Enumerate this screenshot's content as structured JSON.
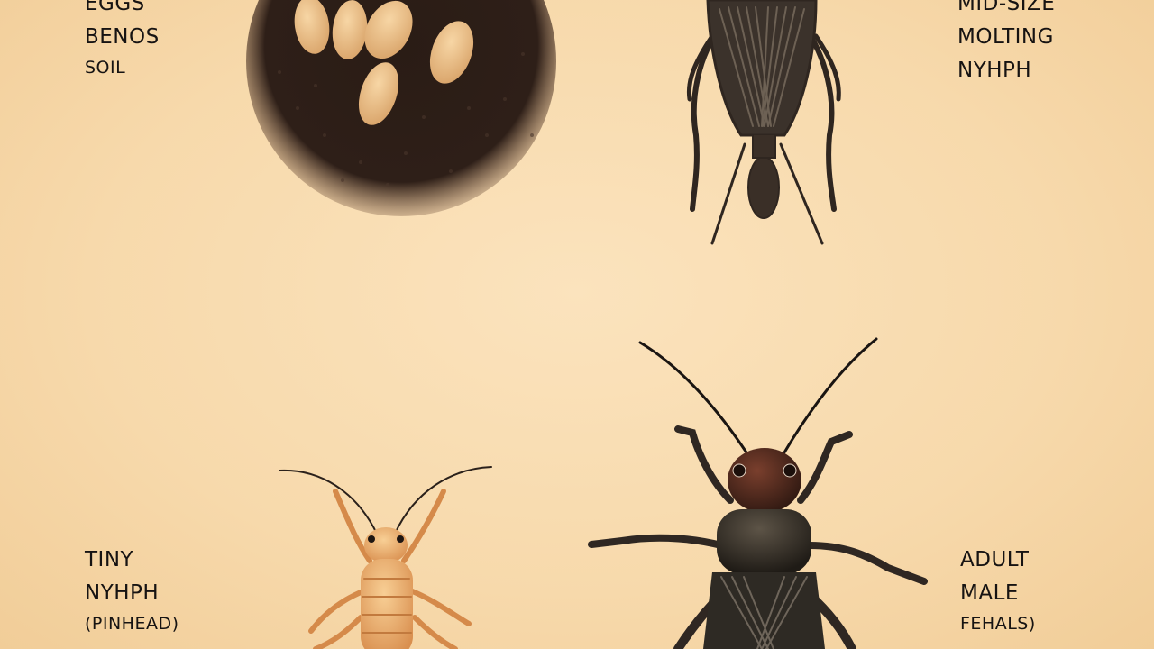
{
  "stages": {
    "eggs": {
      "line1": "EGGS",
      "line2": "BENOS",
      "line3": "SOIL"
    },
    "mid": {
      "line1": "MID-SIZE",
      "line2": "MOLTING",
      "line3": "NYHPH"
    },
    "tiny": {
      "line1": "TINY",
      "line2": "NYHPH",
      "line3": "(PINHEAD)"
    },
    "adult": {
      "line1": "ADULT",
      "line2": "MALE",
      "line3": "FEHALS)"
    }
  },
  "colors": {
    "background": "#f7d9ab",
    "soil": "#2b1d17",
    "egg": "#e9c08a",
    "nymph_dark": "#3a2f27",
    "tiny_nymph": "#e7aa6c",
    "adult_head": "#4a2a20",
    "adult_body": "#2e2a24"
  }
}
